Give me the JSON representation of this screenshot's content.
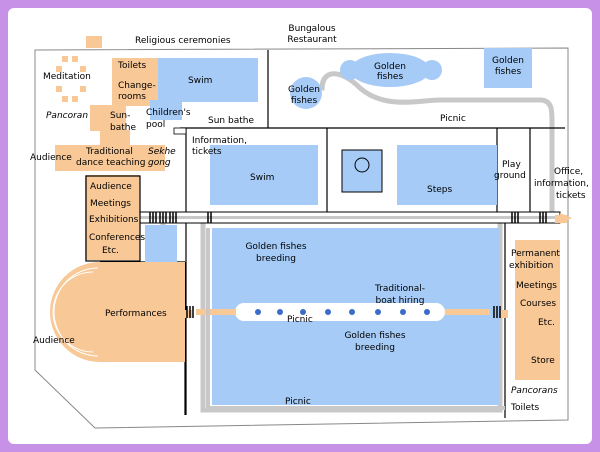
{
  "colors": {
    "frame": "#c791e8",
    "ground": "#ffffff",
    "water": "#a6cbf7",
    "building": "#f8c896",
    "path": "#c8c8c8",
    "line": "#000000"
  },
  "labels": {
    "religious": "Religious ceremonies",
    "bungalous": "Bungalous",
    "restaurant": "Restaurant",
    "meditation": "Meditation",
    "toilets_top": "Toilets",
    "change": "Change-",
    "rooms": "rooms",
    "swim_top": "Swim",
    "golden_fishes_ne": [
      "Golden",
      "fishes"
    ],
    "golden_fishes_top": [
      "Golden",
      "fishes"
    ],
    "golden_fishes_center": [
      "Golden",
      "fishes"
    ],
    "pancoran_left": "Pancoran",
    "sun_bathe_a": [
      "Sun-",
      "bathe"
    ],
    "childrens_pool": [
      "Children's",
      "pool"
    ],
    "sun_bathe_b": "Sun bathe",
    "picnic_top": "Picnic",
    "audience_left": "Audience",
    "traditional_dance": [
      "Traditional",
      "dance teaching"
    ],
    "sekhe_gong": [
      "Sekhe",
      "gong"
    ],
    "information_tickets": [
      "Information,",
      "tickets"
    ],
    "swim_mid": "Swim",
    "steps": "Steps",
    "play_ground": [
      "Play",
      "ground"
    ],
    "office_info": [
      "Office,",
      "information,",
      "tickets"
    ],
    "audience_box": "Audience",
    "meetings_box": "Meetings",
    "exhibitions_box": "Exhibitions",
    "conferences_box": "Conferences",
    "etc_box": "Etc.",
    "golden_breeding_top": [
      "Golden fishes",
      "breeding"
    ],
    "permanent_exhibition": [
      "Permanent",
      "exhibition"
    ],
    "meetings_right": "Meetings",
    "courses_right": "Courses",
    "etc_right": "Etc.",
    "traditional_boat": [
      "Traditional-",
      "boat hiring"
    ],
    "performances": "Performances",
    "picnic_mid": "Picnic",
    "golden_breeding_bottom": [
      "Golden fishes",
      "breeding"
    ],
    "audience_bottom": "Audience",
    "store": "Store",
    "pancorans_right": "Pancorans",
    "toilets_right": "Toilets",
    "picnic_bottom": "Picnic"
  }
}
